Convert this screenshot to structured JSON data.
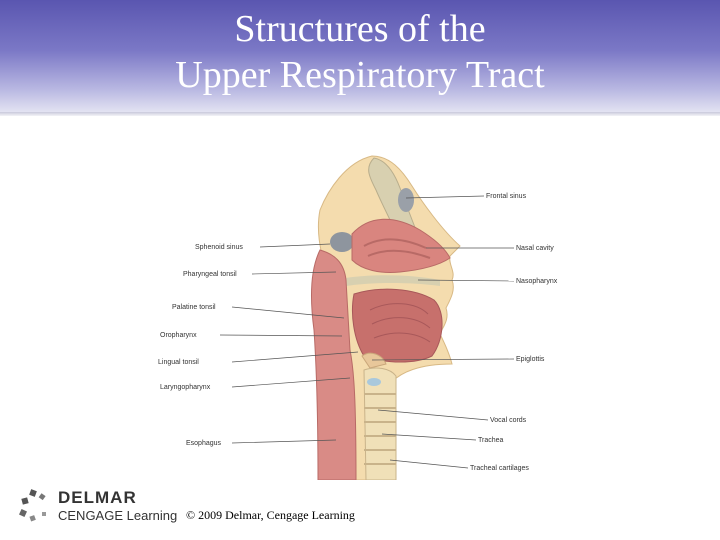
{
  "slide": {
    "title_line1": "Structures of the",
    "title_line2": "Upper Respiratory Tract"
  },
  "diagram": {
    "labels_left": [
      "Sphenoid sinus",
      "Pharyngeal tonsil",
      "Palatine tonsil",
      "Oropharynx",
      "Lingual tonsil",
      "Laryngopharynx",
      "Esophagus"
    ],
    "labels_right": [
      "Frontal sinus",
      "Nasal cavity",
      "Nasopharynx",
      "Epiglottis",
      "Vocal cords",
      "Trachea",
      "Tracheal cartilages"
    ]
  },
  "footer": {
    "logo_top": "DELMAR",
    "logo_bottom": "CENGAGE Learning",
    "copyright": "© 2009 Delmar, Cengage Learning"
  },
  "colors": {
    "title_gradient_top": "#5a56b0",
    "tissue": "#d98b86",
    "bone": "#d8d0b0",
    "skin": "#f4dcae"
  }
}
